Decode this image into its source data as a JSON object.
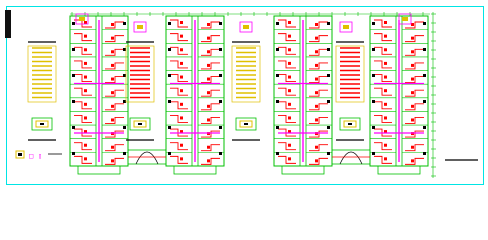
{
  "drawing": {
    "type": "cad-electrical-floor-plan",
    "colors": {
      "background": "#ffffff",
      "border_cyan": "#00e5e5",
      "wall_green": "#00c000",
      "wiring_red": "#ff0000",
      "wiring_magenta": "#ff00ff",
      "fixture_yellow": "#e0c000",
      "linework_black": "#000000",
      "corner_block": "#111111"
    },
    "panels": [
      {
        "id": "panel-1",
        "label": ""
      },
      {
        "id": "panel-2",
        "label": ""
      },
      {
        "id": "panel-3",
        "label": ""
      },
      {
        "id": "panel-4",
        "label": ""
      }
    ],
    "legend": {
      "symbols": [
        "equipment-schedule",
        "switchboard-detail",
        "lighting-key"
      ]
    }
  }
}
